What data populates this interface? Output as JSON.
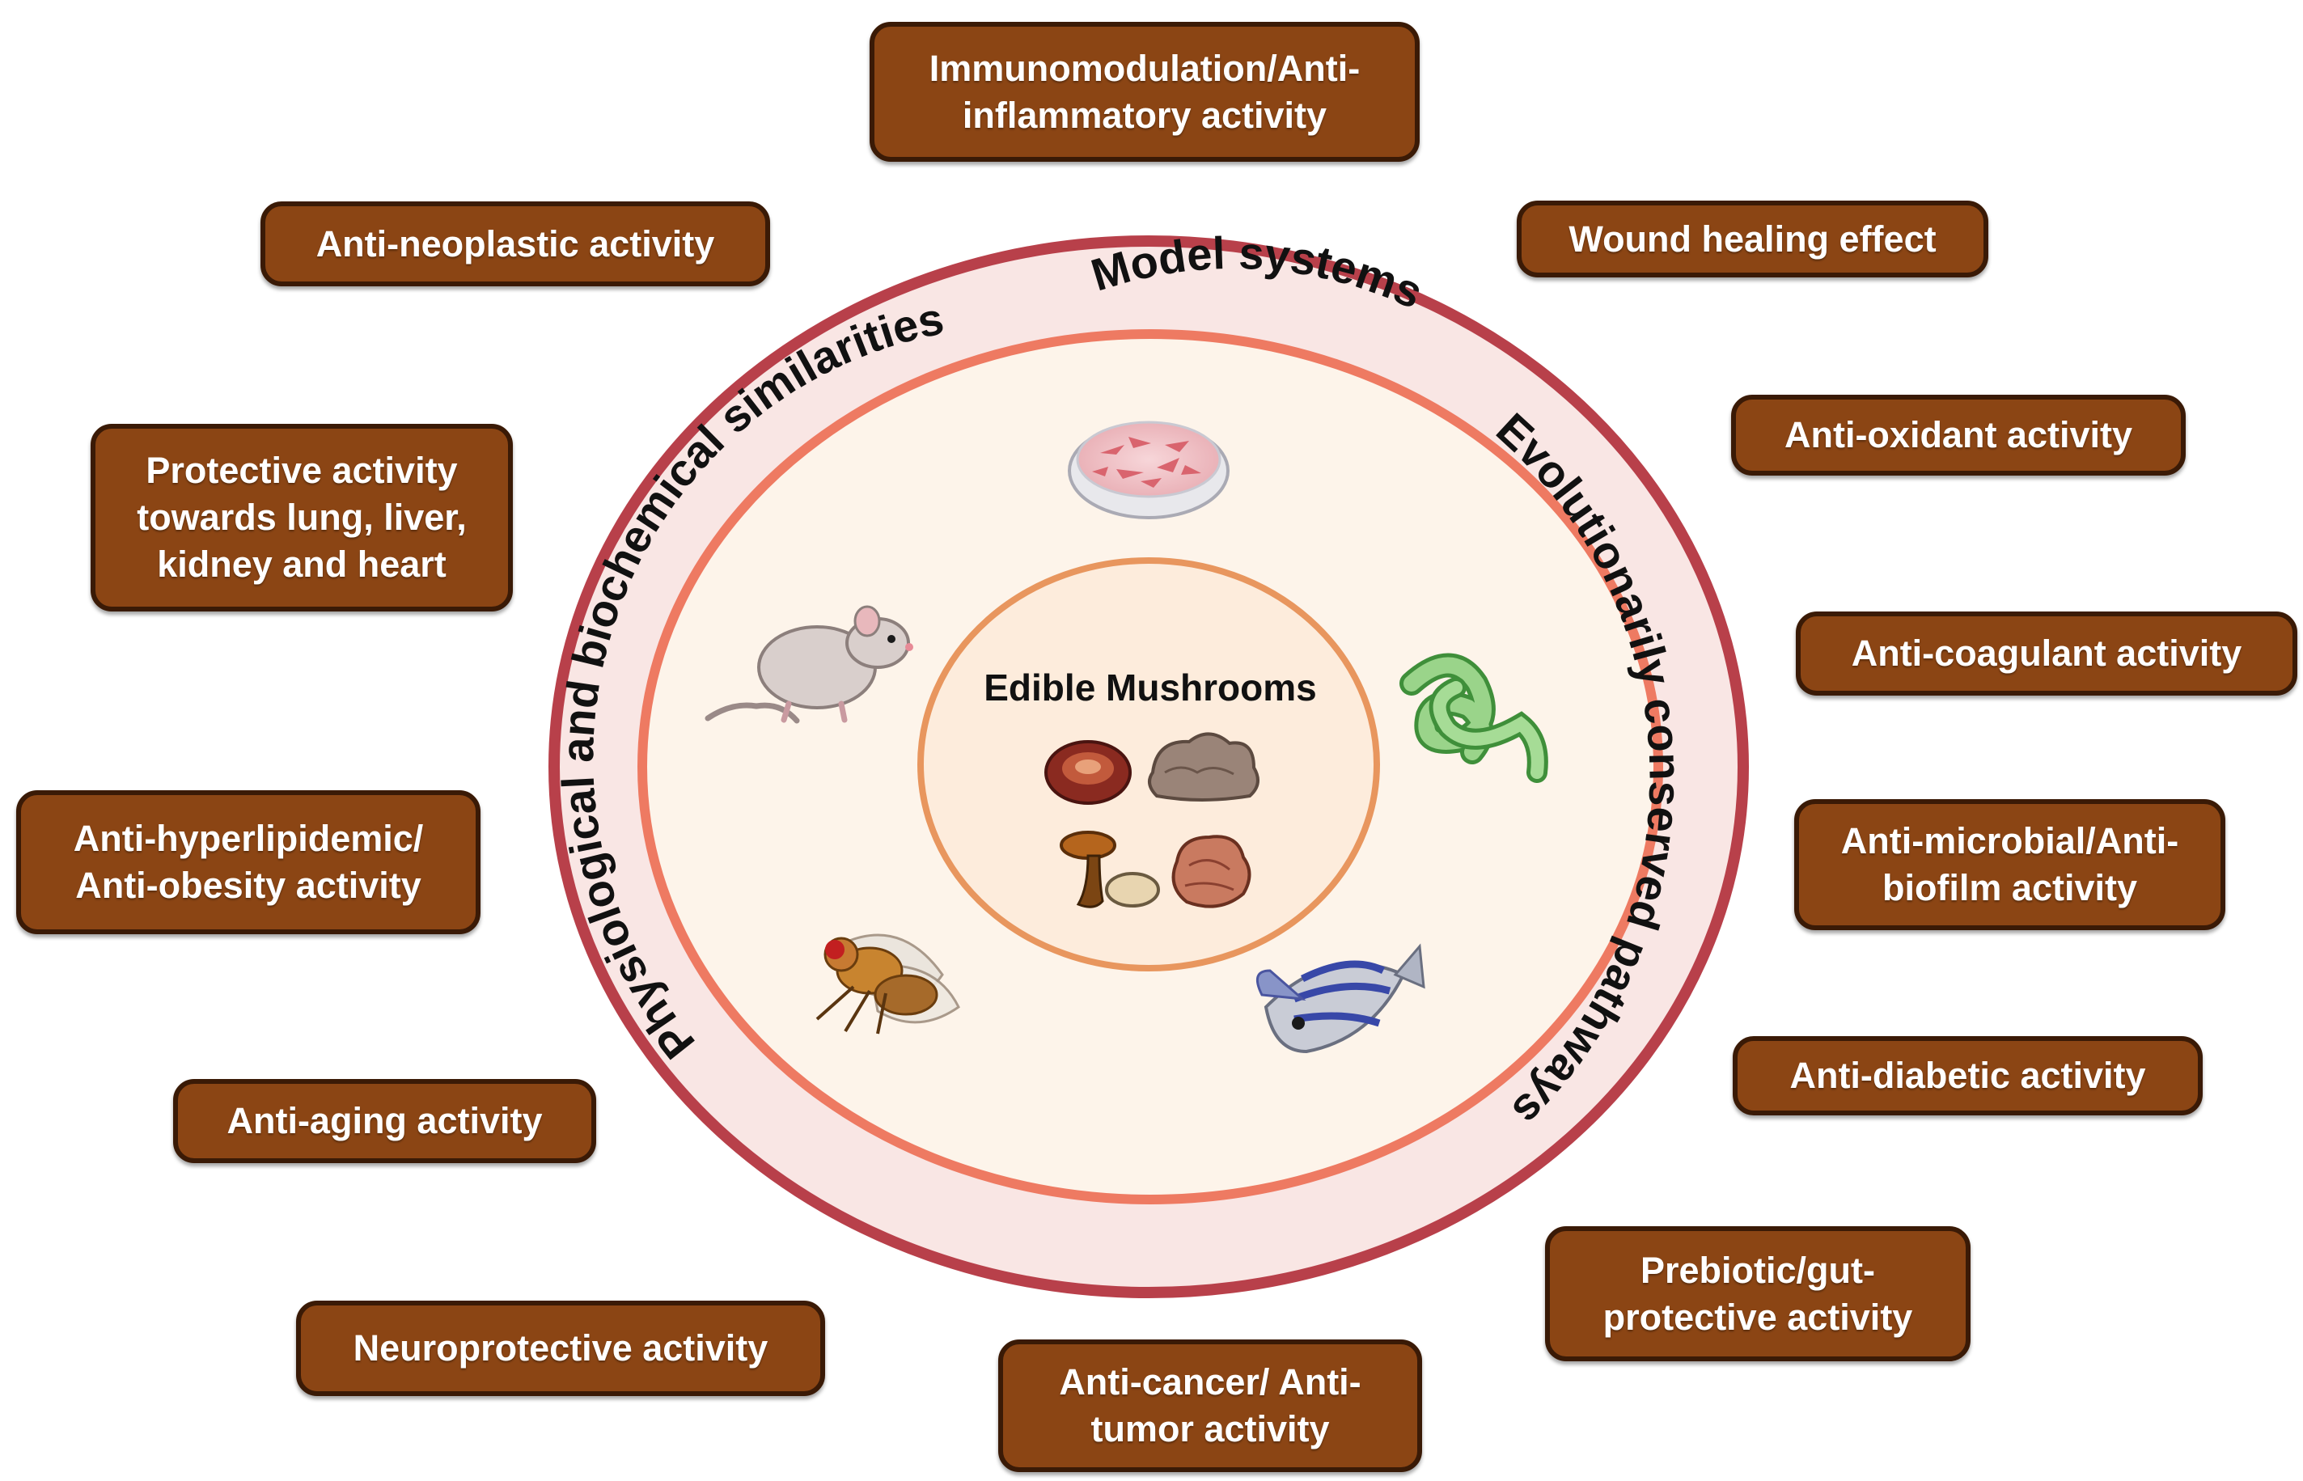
{
  "ring_labels": {
    "top": "Model systems",
    "left": "Physiological and biochemical similarities",
    "right": "Evolutionarily conserved pathways"
  },
  "center": {
    "title": "Edible Mushrooms"
  },
  "model_organisms": [
    "cell-culture-dish-icon",
    "mouse-icon",
    "nematode-icon",
    "fruit-fly-icon",
    "zebrafish-icon"
  ],
  "activities": {
    "immunomodulation": {
      "line1": "Immunomodulation/Anti-",
      "line2": "inflammatory activity"
    },
    "anti_neoplastic": {
      "line1": "Anti-neoplastic activity"
    },
    "wound_healing": {
      "line1": "Wound healing effect"
    },
    "protective": {
      "line1": "Protective activity",
      "line2": "towards lung, liver,",
      "line3": "kidney and heart"
    },
    "anti_oxidant": {
      "line1": "Anti-oxidant activity"
    },
    "anti_coagulant": {
      "line1": "Anti-coagulant activity"
    },
    "anti_hyperlipidemic": {
      "line1": "Anti-hyperlipidemic/",
      "line2": "Anti-obesity activity"
    },
    "anti_microbial": {
      "line1": "Anti-microbial/Anti-",
      "line2": "biofilm activity"
    },
    "anti_aging": {
      "line1": "Anti-aging activity"
    },
    "anti_diabetic": {
      "line1": "Anti-diabetic activity"
    },
    "prebiotic": {
      "line1": "Prebiotic/gut-",
      "line2": "protective activity"
    },
    "neuroprotective": {
      "line1": "Neuroprotective activity"
    },
    "anti_cancer": {
      "line1": "Anti-cancer/ Anti-",
      "line2": "tumor activity"
    }
  },
  "colors": {
    "box_fill": "#8b4514",
    "box_border": "#3a1a06",
    "outer_ring": "#b8404a",
    "outer_band": "#f9e6e4",
    "inner_ring": "#ee7a62",
    "inner_fill": "#fdf4ea",
    "center_ring": "#e8965e"
  }
}
